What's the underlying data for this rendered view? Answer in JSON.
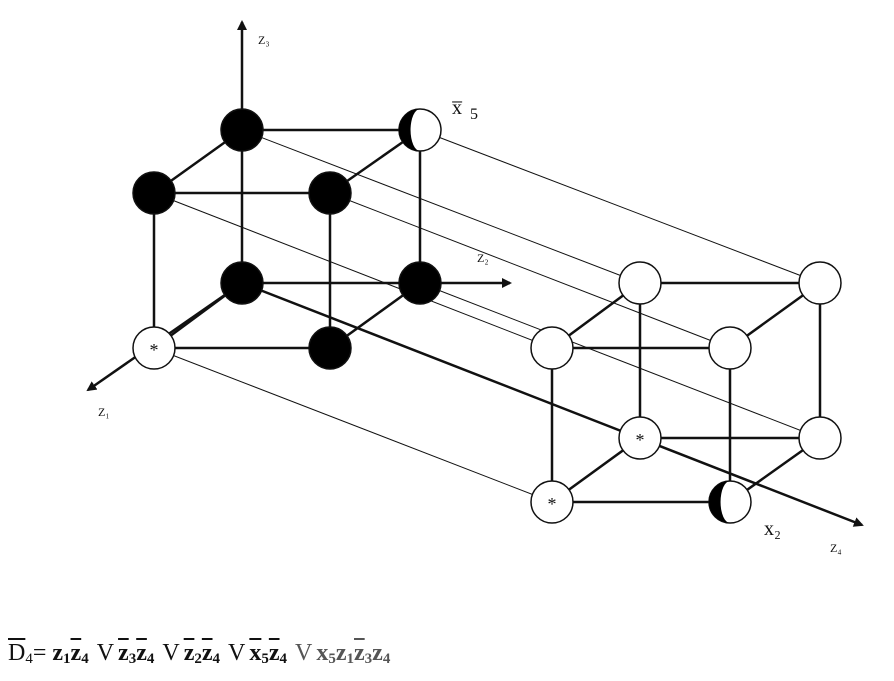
{
  "axes": {
    "z1": "Z₁",
    "z2": "Z₂",
    "z3": "Z₃",
    "z4": "Z₄"
  },
  "labels": {
    "x5_bar": "x̅",
    "x5_index": "5",
    "x2": "x₂"
  },
  "nodes": [
    {
      "id": "n1",
      "state": "filled"
    },
    {
      "id": "n2",
      "state": "filled"
    },
    {
      "id": "n3",
      "state": "filled"
    },
    {
      "id": "n4",
      "state": "filled"
    },
    {
      "id": "n5",
      "state": "filled"
    },
    {
      "id": "n6",
      "state": "filled"
    },
    {
      "id": "n7",
      "state": "star",
      "mark": "*"
    },
    {
      "id": "n8",
      "state": "filled"
    },
    {
      "id": "n9",
      "state": "half"
    },
    {
      "id": "n10",
      "state": "empty"
    },
    {
      "id": "n11",
      "state": "empty"
    },
    {
      "id": "n12",
      "state": "empty"
    },
    {
      "id": "n13",
      "state": "empty"
    },
    {
      "id": "n14",
      "state": "star",
      "mark": "*"
    },
    {
      "id": "n15",
      "state": "empty"
    },
    {
      "id": "n16",
      "state": "star",
      "mark": "*"
    },
    {
      "id": "n17",
      "state": "half"
    }
  ],
  "formula": {
    "lhs_letter": "D",
    "lhs_index": "4",
    "equals": "=",
    "or": "V",
    "terms": [
      [
        {
          "v": "z",
          "i": "1",
          "bar": false
        },
        {
          "v": "z",
          "i": "4",
          "bar": true
        }
      ],
      [
        {
          "v": "z",
          "i": "3",
          "bar": true
        },
        {
          "v": "z",
          "i": "4",
          "bar": true
        }
      ],
      [
        {
          "v": "z",
          "i": "2",
          "bar": true
        },
        {
          "v": "z",
          "i": "4",
          "bar": true
        }
      ],
      [
        {
          "v": "x",
          "i": "5",
          "bar": true
        },
        {
          "v": "z",
          "i": "4",
          "bar": true
        }
      ],
      [
        {
          "v": "x",
          "i": "5",
          "bar": false
        },
        {
          "v": "z",
          "i": "1",
          "bar": false
        },
        {
          "v": "z",
          "i": "3",
          "bar": true
        },
        {
          "v": "z",
          "i": "4",
          "bar": false
        }
      ]
    ]
  },
  "colors": {
    "ink": "#111111",
    "fill": "#000000",
    "paper": "#ffffff"
  }
}
